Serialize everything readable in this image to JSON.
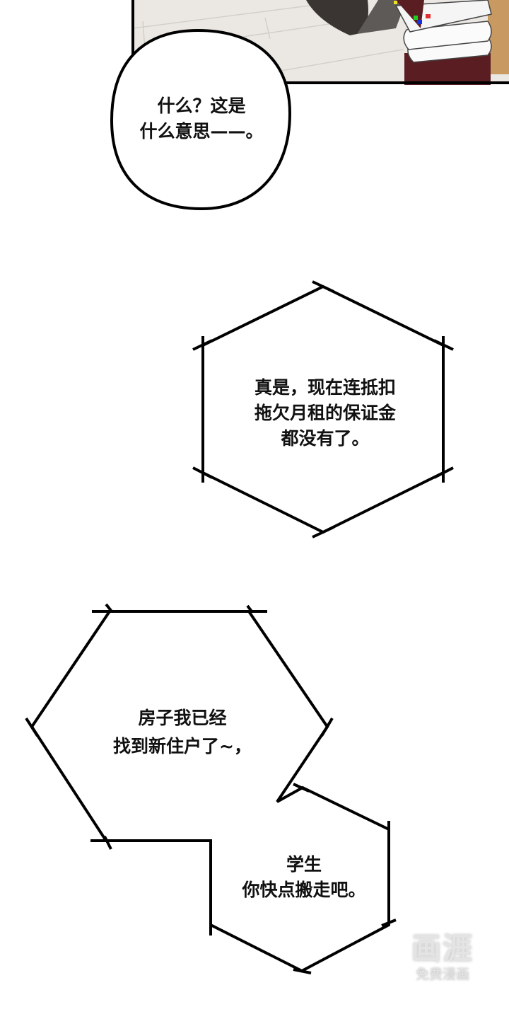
{
  "panel_top": {
    "floor_color": "#e9e6e2",
    "border_color": "#000000"
  },
  "bubble_1": {
    "lines": [
      "什么？这是",
      "什么意思——。"
    ]
  },
  "bubble_2": {
    "lines": [
      "真是，现在连抵扣",
      "拖欠月租的保证金",
      "都没有了。"
    ]
  },
  "bubble_3": {
    "lines": [
      "房子我已经",
      "找到新住户了~，"
    ]
  },
  "bubble_4": {
    "lines": [
      "学生",
      "你快点搬走吧。"
    ]
  },
  "watermark": {
    "logo": "画涯",
    "tagline": "免费漫画"
  }
}
